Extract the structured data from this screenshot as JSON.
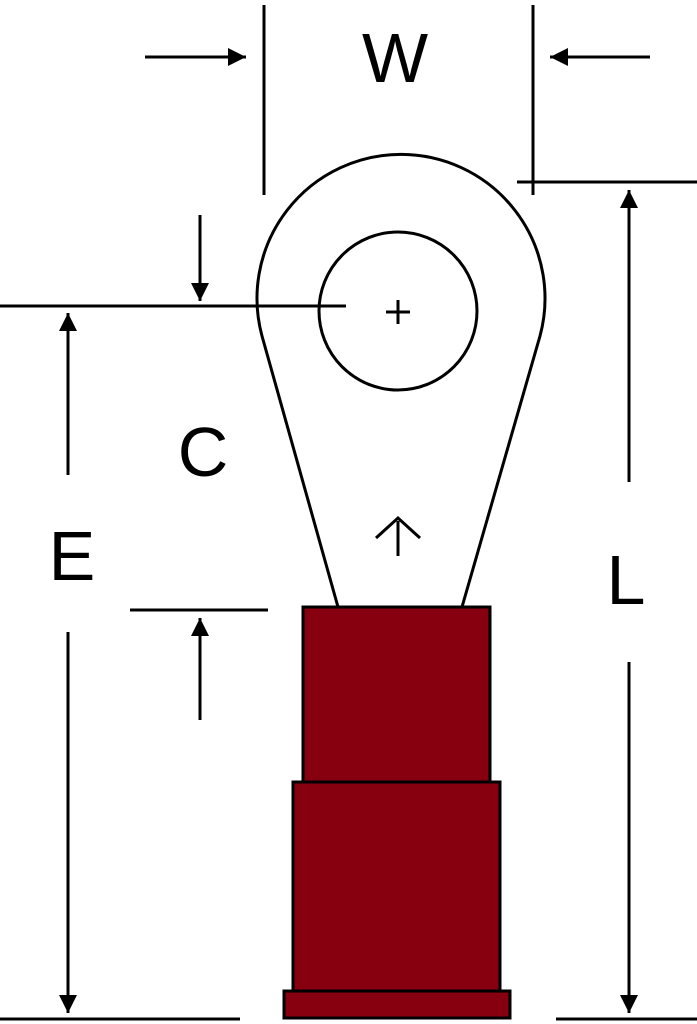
{
  "labels": {
    "w": "W",
    "c": "C",
    "e": "E",
    "l": "L"
  },
  "colors": {
    "insulation": "#86000f",
    "stroke": "#000000",
    "background": "#ffffff"
  },
  "icons": {
    "center_mark": "plus-icon",
    "direction_mark": "arrow-up-icon"
  }
}
